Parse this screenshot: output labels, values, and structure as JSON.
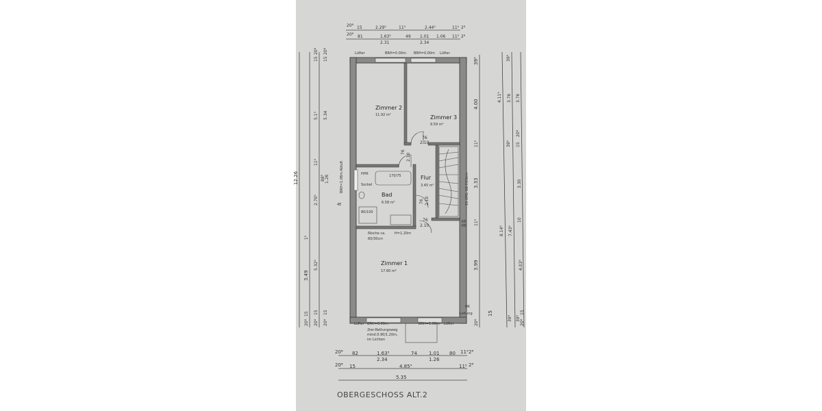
{
  "title": "OBERGESCHOSS ALT.2",
  "rooms": {
    "zimmer2": {
      "name": "Zimmer 2",
      "area": "11.92 m²"
    },
    "zimmer3": {
      "name": "Zimmer 3",
      "area": "9.59 m²"
    },
    "flur": {
      "name": "Flur",
      "area": "3.45 m²"
    },
    "bad": {
      "name": "Bad",
      "area": "6.58 m²"
    },
    "zimmer1": {
      "name": "Zimmer 1",
      "area": "17.60 m²"
    }
  },
  "doors": {
    "width": "76",
    "height": "2.10"
  },
  "annotations": {
    "luefter": "Lüfter",
    "brh_000": "BRH=0.00m",
    "brh_108": "BRH=1.08m",
    "brh_abluft": "BRH=1.08m Abluft",
    "hwr": "HHK",
    "tub": "170/75",
    "sockel": "Sockel",
    "shower": "80/100",
    "nische": "Nische ca.",
    "nische_size": "60/30cm",
    "nische_h": "H=1.20m",
    "stairs": "15 STG. 18.7/23cm",
    "ke": "KE",
    "re": "RE",
    "hk": "HK",
    "leitung": "Leitung",
    "rettung1": "2ter-Rettungsweg",
    "rettung2": "mind.0.90/1.20m,",
    "rettung3": "im Lichten",
    "left_mark": "4E"
  },
  "dimensions": {
    "top_row1": [
      "20⁸",
      "15",
      "2.29⁵",
      "11⁵",
      "2.44⁵",
      "11⁵",
      "2⁸"
    ],
    "top_row2": [
      "20⁸",
      "81",
      "1.63⁵",
      "49",
      "1.01",
      "1.06",
      "11⁵",
      "2⁸"
    ],
    "top_row2_sub": [
      "2.31",
      "2.34"
    ],
    "bottom_row1": [
      "20⁸",
      "82",
      "1.63⁵",
      "74",
      "1.01",
      "80",
      "11⁵",
      "2⁸"
    ],
    "bottom_row1_sub": [
      "2.34",
      "1.26"
    ],
    "bottom_row2": [
      "20⁸",
      "15",
      "4.85⁵",
      "11⁵",
      "2⁸"
    ],
    "bottom_total": "5.35",
    "left_outer": [
      "12.26",
      "3.49",
      "20⁸",
      "15"
    ],
    "left_mid": [
      "15",
      "20⁸",
      "5.1⁵",
      "11⁵",
      "2.70⁵",
      "1⁵",
      "5.32⁵",
      "15",
      "20⁸"
    ],
    "left_inner": [
      "15",
      "20⁸",
      "5.34",
      "88⁵",
      "1.26",
      "15",
      "20⁸"
    ],
    "right_1": [
      "39⁵",
      "4.00",
      "11⁵",
      "3.33",
      "11⁵",
      "3.99",
      "20⁸",
      "15"
    ],
    "right_2": [
      "4.11⁵",
      "39⁵",
      "8.14⁵",
      "39⁵"
    ],
    "right_3": [
      "3.76",
      "39⁵",
      "7.43⁵",
      "39⁵"
    ],
    "right_4": [
      "3.76",
      "20⁸",
      "15",
      "3.30",
      "10",
      "4.03⁵",
      "15",
      "20⁸"
    ]
  }
}
